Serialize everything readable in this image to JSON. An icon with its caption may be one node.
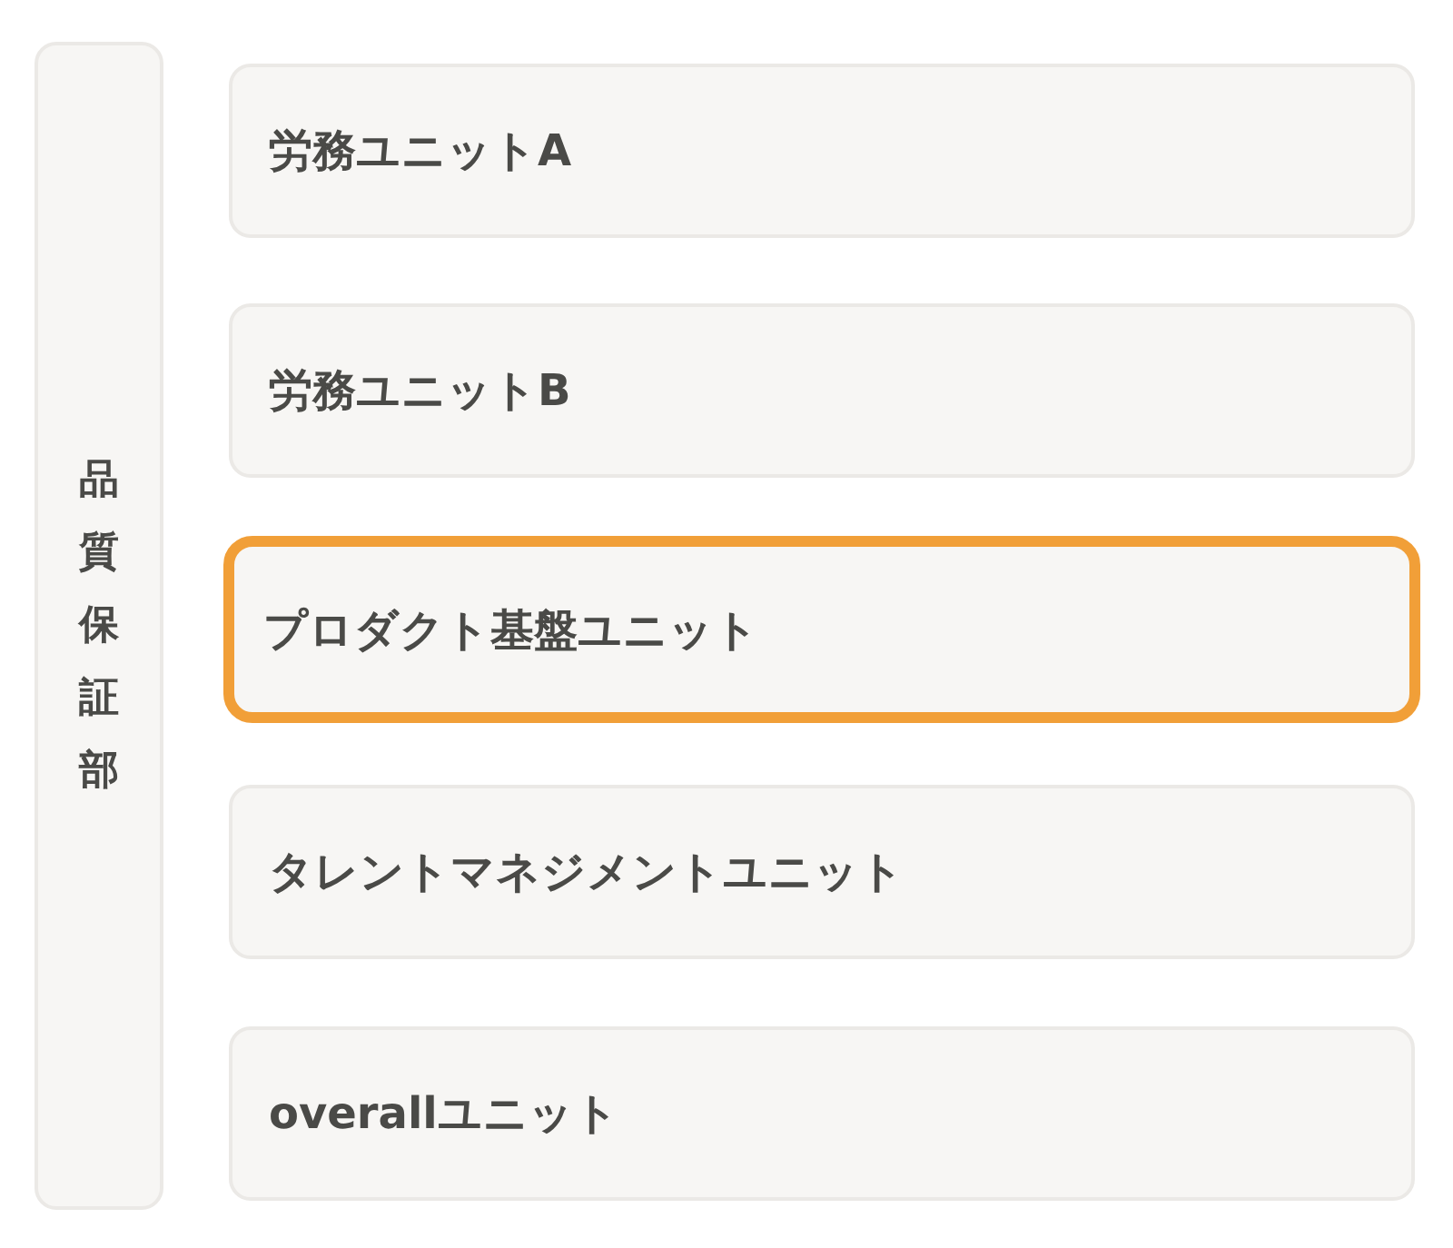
{
  "diagram": {
    "nodes": [
      {
        "text": [
          "品質保証部"
        ]
      },
      {
        "text": [
          "労務ユニットA"
        ]
      },
      {
        "text": [
          "労務ユニットB"
        ]
      },
      {
        "text": [
          "プロダクト基盤ユニット"
        ]
      },
      {
        "text": [
          "タレントマネジメントユニット"
        ]
      },
      {
        "text": [
          "overallユニット"
        ]
      }
    ]
  }
}
